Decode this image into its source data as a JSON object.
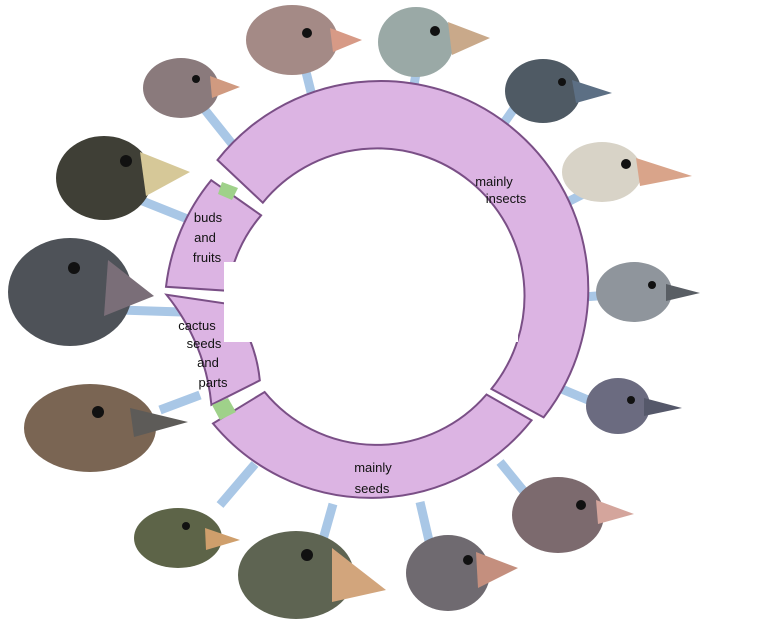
{
  "diagram": {
    "segments": {
      "insects": {
        "line1": "mainly",
        "line2": "insects"
      },
      "buds": {
        "line1": "buds",
        "line2": "and",
        "line3": "fruits"
      },
      "cactus": {
        "line1": "cactus",
        "line2": "seeds",
        "line3": "and",
        "line4": "parts"
      },
      "seeds": {
        "line1": "mainly",
        "line2": "seeds"
      }
    },
    "colors": {
      "ring_fill": "#dcb4e3",
      "ring_stroke": "#7a4f86",
      "connector": "#a9c7e6",
      "accent_green": "#9fd18a"
    },
    "finches": [
      "finch-head-1",
      "finch-head-2",
      "finch-head-3",
      "finch-head-4",
      "finch-head-5",
      "finch-head-6",
      "finch-head-7",
      "finch-head-8",
      "finch-head-9",
      "finch-head-10",
      "finch-head-11",
      "finch-head-12",
      "finch-head-13",
      "finch-head-14"
    ]
  }
}
